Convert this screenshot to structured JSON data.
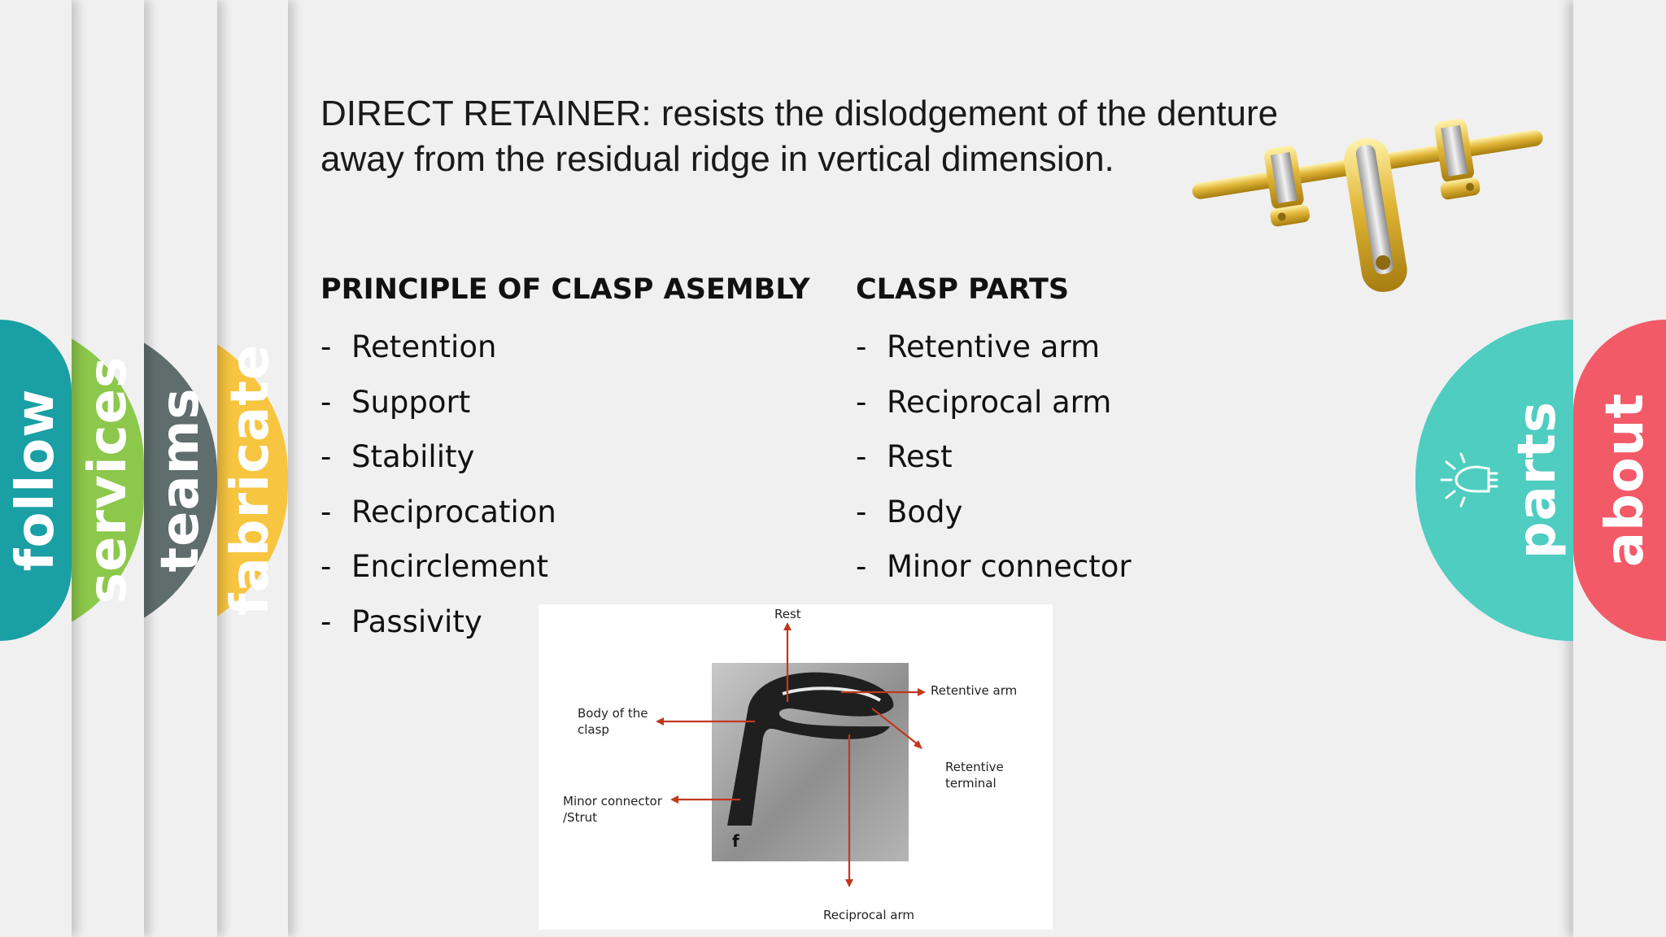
{
  "left_tabs": [
    {
      "label": "follow",
      "color": "#1a9fa4"
    },
    {
      "label": "services",
      "color": "#8cc84b"
    },
    {
      "label": "teams",
      "color": "#5f6d6c"
    },
    {
      "label": "fabricate",
      "color": "#f7c540"
    }
  ],
  "right_tabs": [
    {
      "label": "parts",
      "color": "#4ecdc0",
      "icon": "lightbulb-icon"
    },
    {
      "label": "about",
      "color": "#f25a68"
    }
  ],
  "headline": {
    "term": "DIRECT RETAINER:",
    "line1": " resists the dislodgement of the denture",
    "line2": "away from the residual ridge in vertical dimension."
  },
  "principle": {
    "title": "PRINCIPLE OF CLASP ASEMBLY",
    "items": [
      "Retention",
      "Support",
      "Stability",
      "Reciprocation",
      "Encirclement",
      "Passivity"
    ]
  },
  "parts": {
    "title": "CLASP PARTS",
    "items": [
      "Retentive arm",
      "Reciprocal arm",
      "Rest",
      "Body",
      "Minor connector"
    ]
  },
  "diagram": {
    "rest": "Rest",
    "retentive_arm": "Retentive arm",
    "body": "Body of the\nclasp",
    "retentive_terminal": "Retentive\nterminal",
    "minor_connector": "Minor connector\n/Strut",
    "reciprocal_arm": "Reciprocal arm",
    "figure_letter": "f",
    "arrow_color": "#c0391b"
  }
}
